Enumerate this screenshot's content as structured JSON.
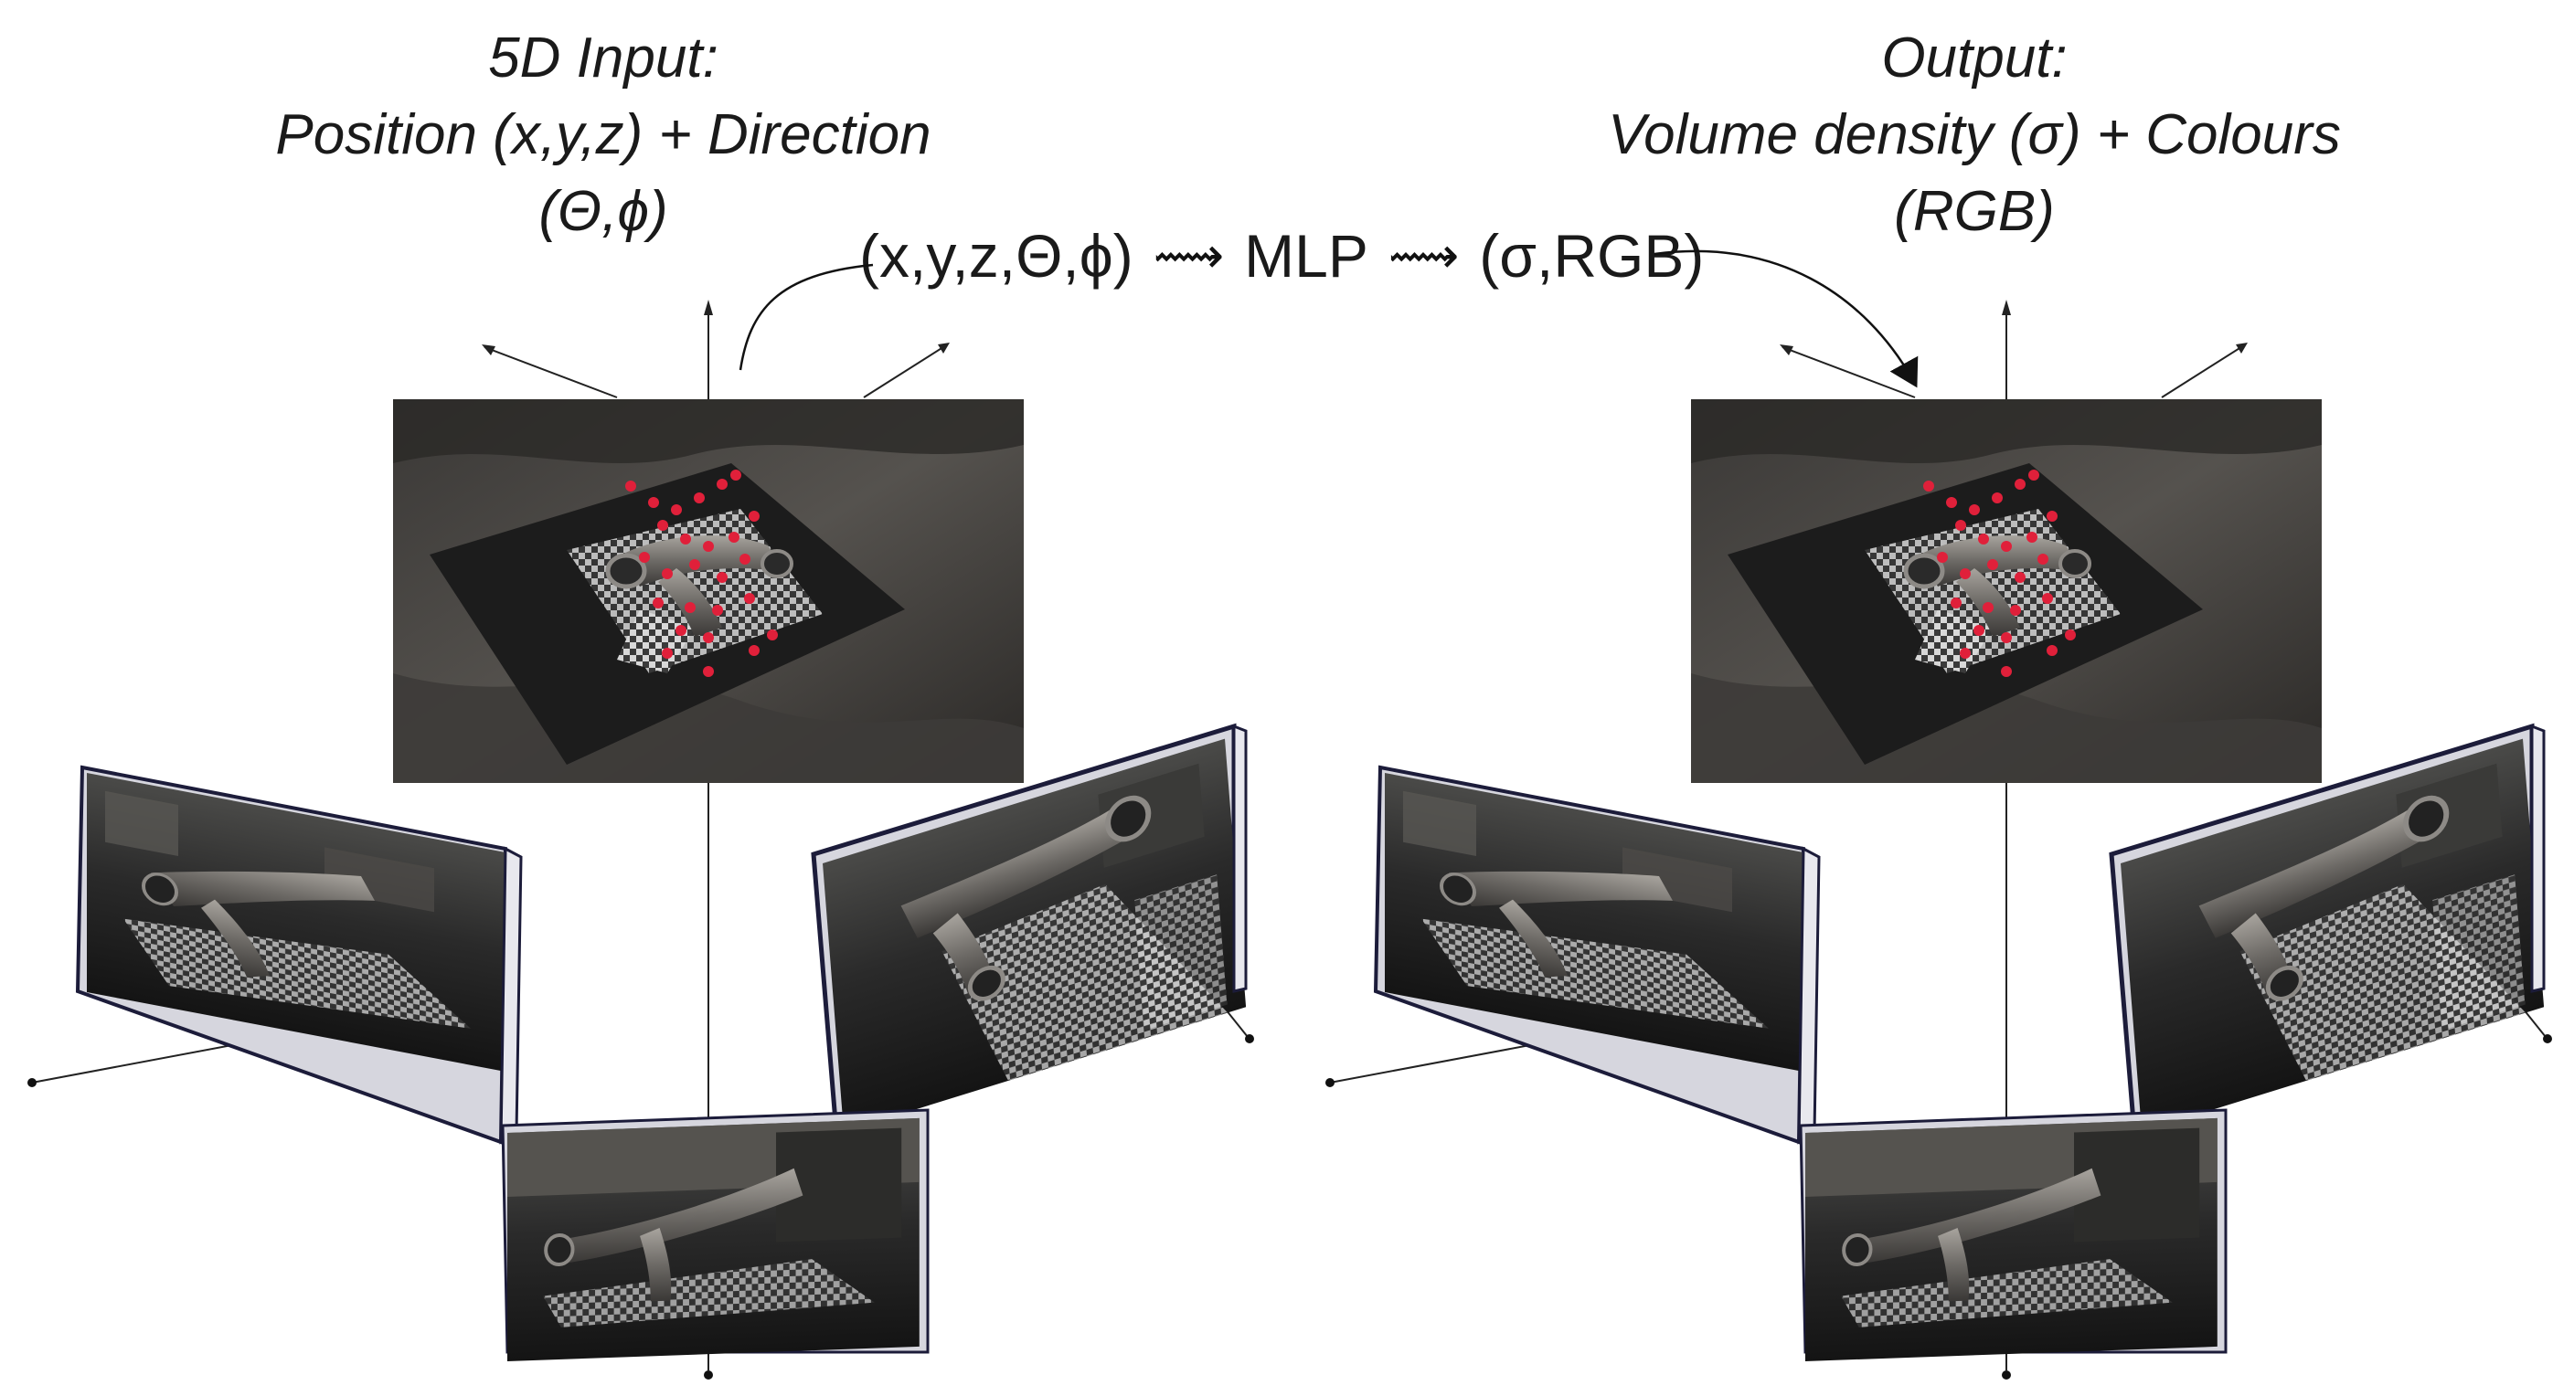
{
  "input_heading": {
    "line1": "5D Input:",
    "line2": "Position (x,y,z) + Direction",
    "line3": "(Θ,ϕ)"
  },
  "output_heading": {
    "line1": "Output:",
    "line2": "Volume density (σ) + Colours",
    "line3": "(RGB)"
  },
  "formula": {
    "input": "(x,y,z,Θ,ϕ)",
    "arrow": "⟿",
    "model": "MLP",
    "output": "(σ,RGB)"
  },
  "colors": {
    "sample_point": "#e0203a",
    "frame_edge": "#1c1c3a",
    "axis": "#222222"
  }
}
